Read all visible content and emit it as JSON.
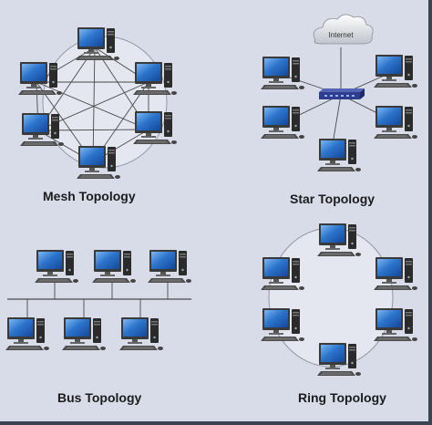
{
  "captions": {
    "mesh": "Mesh Topology",
    "star": "Star Topology",
    "bus": "Bus Topology",
    "ring": "Ring Topology"
  },
  "cloud_label": "Internet",
  "colors": {
    "background": "#d7dce8",
    "ring_fill": "#e4e7ef",
    "ring_stroke": "#8e96a6",
    "link": "#4a4a4a",
    "switch": "#2f3d8f",
    "screen": "#1e5db5",
    "screen_highlight": "#6aa7ee",
    "case": "#2b2b2b"
  },
  "icons": {
    "computer": "desktop-computer-icon",
    "switch": "network-switch-icon",
    "cloud": "internet-cloud-icon"
  }
}
